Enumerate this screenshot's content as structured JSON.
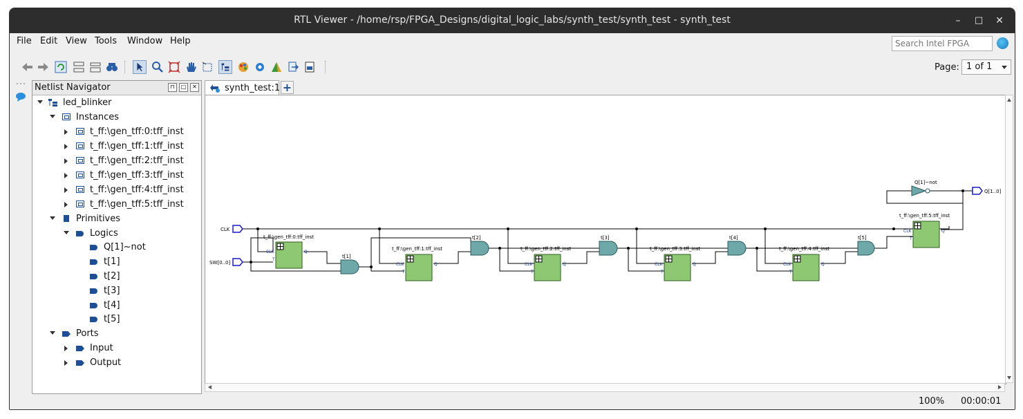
{
  "window": {
    "title": "RTL Viewer - /home/rsp/FPGA_Designs/digital_logic_labs/synth_test/synth_test - synth_test"
  },
  "window_controls": {
    "minimize": "–",
    "maximize": "□",
    "close": "✕"
  },
  "menu": [
    "File",
    "Edit",
    "View",
    "Tools",
    "Window",
    "Help"
  ],
  "search": {
    "placeholder": "Search Intel FPGA"
  },
  "toolbar": {
    "icons": [
      "back-icon",
      "forward-icon",
      "refresh-icon",
      "hierarchy-up-icon",
      "hierarchy-down-icon",
      "find-icon",
      "select-icon",
      "zoom-icon",
      "fit-icon",
      "hand-icon",
      "area-select-icon",
      "netlist-icon",
      "color-icon",
      "settings-icon",
      "filter-icon",
      "export-icon",
      "print-icon"
    ],
    "page_label": "Page:",
    "page_value": "1 of 1"
  },
  "navigator": {
    "title": "Netlist Navigator",
    "root": "led_blinker",
    "instances_label": "Instances",
    "instances": [
      "t_ff:\\gen_tff:0:tff_inst",
      "t_ff:\\gen_tff:1:tff_inst",
      "t_ff:\\gen_tff:2:tff_inst",
      "t_ff:\\gen_tff:3:tff_inst",
      "t_ff:\\gen_tff:4:tff_inst",
      "t_ff:\\gen_tff:5:tff_inst"
    ],
    "primitives_label": "Primitives",
    "logics_label": "Logics",
    "logics": [
      "Q[1]~not",
      "t[1]",
      "t[2]",
      "t[3]",
      "t[4]",
      "t[5]"
    ],
    "ports_label": "Ports",
    "ports": [
      "Input",
      "Output"
    ]
  },
  "tabs": [
    {
      "label": "synth_test:1"
    }
  ],
  "schematic": {
    "inputs": [
      "CLK",
      "SW[0..0]"
    ],
    "output": "Q[1..0]",
    "not_gate": "Q[1]~not",
    "ff_pin_clk": "CLK",
    "ff_pin_t": "T",
    "ff_pin_q": "Q",
    "flipflops": [
      "t_ff:\\gen_tff:0:tff_inst",
      "t_ff:\\gen_tff:1:tff_inst",
      "t_ff:\\gen_tff:2:tff_inst",
      "t_ff:\\gen_tff:3:tff_inst",
      "t_ff:\\gen_tff:4:tff_inst",
      "t_ff:\\gen_tff:5:tff_inst"
    ],
    "gates": [
      "t[1]",
      "t[2]",
      "t[3]",
      "t[4]",
      "t[5]"
    ]
  },
  "status": {
    "zoom": "100%",
    "time": "00:00:01"
  },
  "colors": {
    "ff_fill": "#8fc873",
    "gate_fill": "#6fa8a8",
    "wire": "#000000",
    "port": "#1a1ac8",
    "titlebar": "#2d2d2d"
  }
}
